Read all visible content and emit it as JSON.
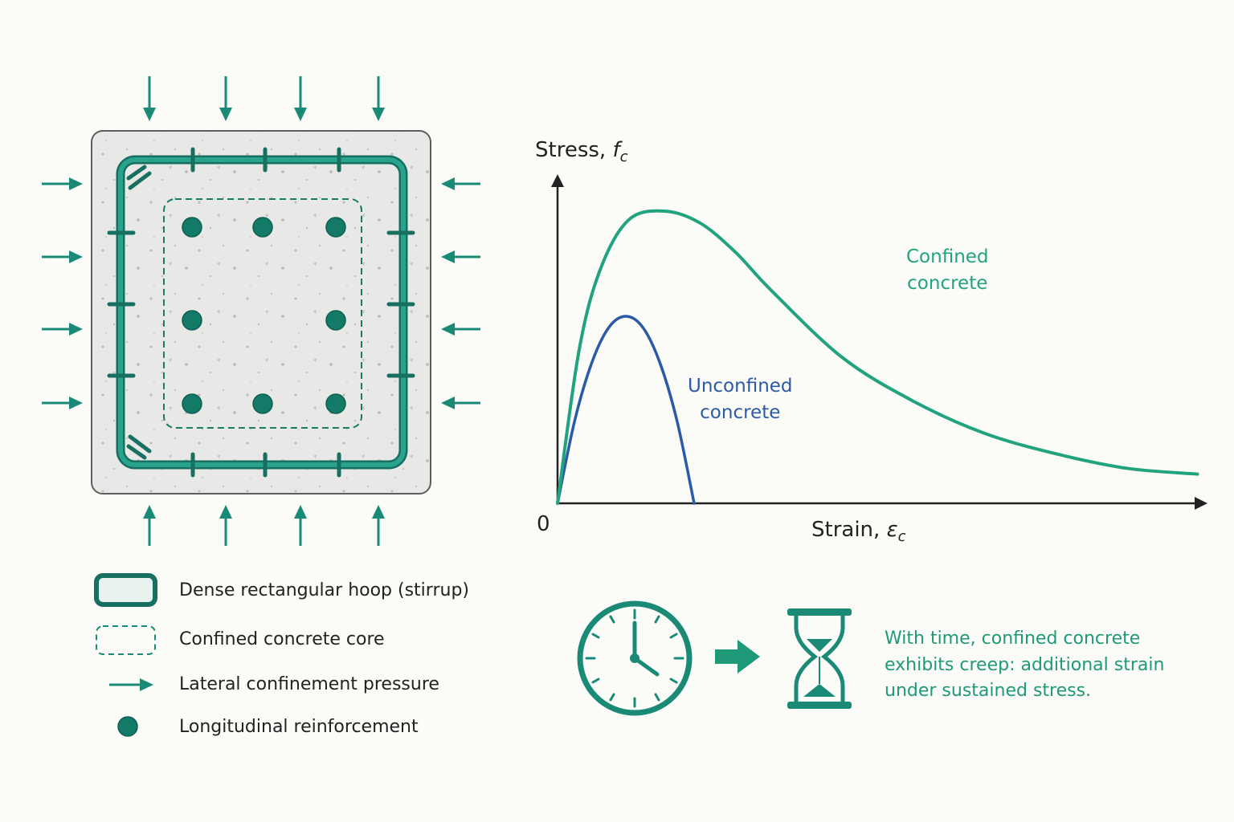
{
  "colors": {
    "teal": "#1a8a77",
    "confined_curve": "#22a37f",
    "unconfined_curve": "#2b5aa6",
    "concrete": "#e8e8e6"
  },
  "chart_data": {
    "type": "line",
    "ylabel": "Stress, ",
    "ylabel_var": "f",
    "ylabel_sub": "c",
    "xlabel": "Strain, ",
    "xlabel_var": "ε",
    "xlabel_sub": "c",
    "origin_label": "0",
    "series": [
      {
        "name_line1": "Unconfined",
        "name_line2": "concrete",
        "color": "#2b5aa6",
        "x": [
          0,
          0.25,
          0.5,
          0.75,
          1.0,
          1.25,
          1.5,
          1.75,
          2.0
        ],
        "y": [
          0,
          0.44,
          0.75,
          0.94,
          1.0,
          0.94,
          0.75,
          0.44,
          0
        ]
      },
      {
        "name_line1": "Confined",
        "name_line2": "concrete",
        "color": "#22a37f",
        "x": [
          0,
          0.3,
          0.6,
          1.0,
          1.5,
          2.0,
          2.5,
          3.0,
          4.0,
          5.0,
          6.0,
          7.0,
          8.0,
          9.0
        ],
        "y": [
          0,
          0.52,
          0.8,
          0.97,
          1.0,
          0.96,
          0.86,
          0.73,
          0.5,
          0.35,
          0.24,
          0.17,
          0.12,
          0.1
        ]
      }
    ]
  },
  "legend": {
    "items": [
      {
        "icon": "hoop-icon",
        "label": "Dense rectangular hoop (stirrup)"
      },
      {
        "icon": "dashed-core-icon",
        "label": "Confined concrete core"
      },
      {
        "icon": "arrow-icon",
        "label": "Lateral confinement pressure"
      },
      {
        "icon": "rebar-dot-icon",
        "label": "Longitudinal reinforcement"
      }
    ]
  },
  "creep": {
    "icons": [
      "clock-icon",
      "arrow-right-icon",
      "hourglass-icon"
    ],
    "text_lines": [
      "With time, confined concrete",
      "exhibits creep: additional strain",
      "under sustained stress."
    ]
  }
}
